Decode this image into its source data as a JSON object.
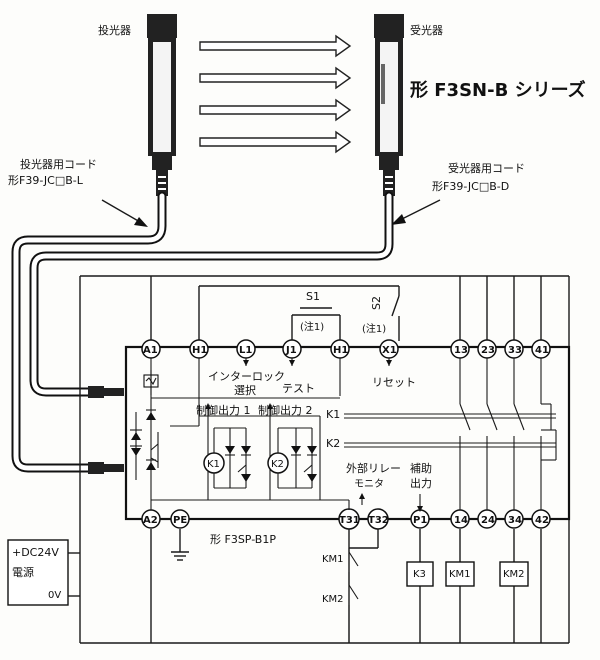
{
  "labels": {
    "emitter": "投光器",
    "receiver": "受光器",
    "series_title": "形 F3SN-B シリーズ",
    "emitter_cord": "投光器用コード",
    "emitter_cord_model": "形F39-JC□B-L",
    "receiver_cord": "受光器用コード",
    "receiver_cord_model": "形F39-JC□B-D",
    "s1": "S1",
    "s2": "S2",
    "note1_a": "(注1)",
    "note1_b": "(注1)",
    "interlock": "インターロック",
    "select": "選択",
    "test": "テスト",
    "reset": "リセット",
    "ctrl_out1": "制御出力 1",
    "ctrl_out2": "制御出力 2",
    "k1": "K1",
    "k2": "K2",
    "k1_coil": "K1",
    "k2_coil": "K2",
    "ext_relay": "外部リレー",
    "monitor": "モニタ",
    "aux": "補助",
    "aux_out": "出力",
    "controller_model": "形 F3SP-B1P",
    "power_dc": "+DC24V",
    "power_title": "電源",
    "power_0v": "0V",
    "km1_label": "KM1",
    "km2_label": "KM2",
    "k3_box": "K3",
    "km1_box": "KM1",
    "km2_box": "KM2"
  },
  "terminals_top": [
    "A1",
    "H1",
    "L1",
    "J1",
    "H1",
    "X1",
    "13",
    "23",
    "33",
    "41"
  ],
  "terminals_bottom": [
    "A2",
    "PE",
    "T31",
    "T32",
    "P1",
    "14",
    "24",
    "34",
    "42"
  ]
}
